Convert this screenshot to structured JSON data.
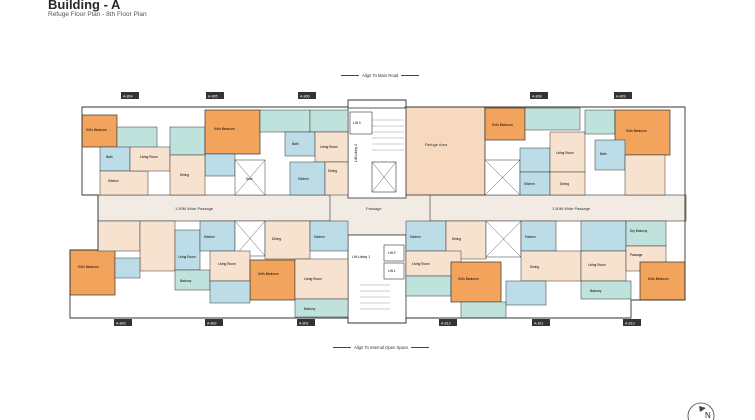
{
  "header": {
    "title": "Building - A",
    "subtitle": "Refuge Floor Plan - 8th Floor Plan"
  },
  "road_labels": {
    "top": "Align To Main Road",
    "bottom": "Align To Internal Open Space"
  },
  "passage_labels": {
    "left": "1.50M Wide Passage",
    "right": "1.50M Wide Passage",
    "center": "Passage"
  },
  "core_labels": {
    "lift_top": "Lift 3",
    "lift_mid": "Lift Lobby 2",
    "lift_lobby1": "Lift Lobby 1",
    "lift_2": "Lift 2",
    "lift_1": "Lift 1",
    "refuge": "Refuge Area",
    "duct": "Duct"
  },
  "unit_tags": {
    "top": [
      "A-804",
      "A-805",
      "A-806",
      "A-808",
      "A-809"
    ],
    "bottom": [
      "A-803",
      "A-802",
      "A-801",
      "A-812",
      "A-811",
      "A-810"
    ]
  },
  "room_labels": {
    "living": "Living Room",
    "dining": "Dining",
    "kitchen": "Kitchen",
    "bath": "Bath",
    "balcony": "Balcony",
    "kids_bed": "Kid's Bedroom",
    "dry_balcony": "Dry Balcony",
    "passage": "Passage"
  },
  "colors": {
    "wet": "#bcdde8",
    "bedroom": "#f2a35c",
    "living": "#f7e1cf",
    "balcony": "#bfe2dc",
    "corridor": "#f2ebe3",
    "refuge": "#f7d9c0",
    "wall": "#333333"
  }
}
